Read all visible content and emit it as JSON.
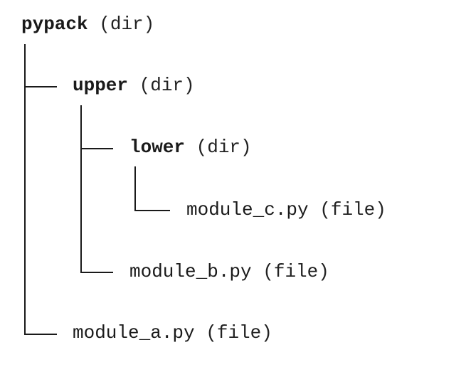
{
  "tree": {
    "root": {
      "name": "pypack",
      "kind": "(dir)"
    },
    "upper": {
      "name": "upper",
      "kind": "(dir)"
    },
    "lower": {
      "name": "lower",
      "kind": "(dir)"
    },
    "module_c": {
      "name": "module_c.py",
      "kind": "(file)"
    },
    "module_b": {
      "name": "module_b.py",
      "kind": "(file)"
    },
    "module_a": {
      "name": "module_a.py",
      "kind": "(file)"
    }
  }
}
